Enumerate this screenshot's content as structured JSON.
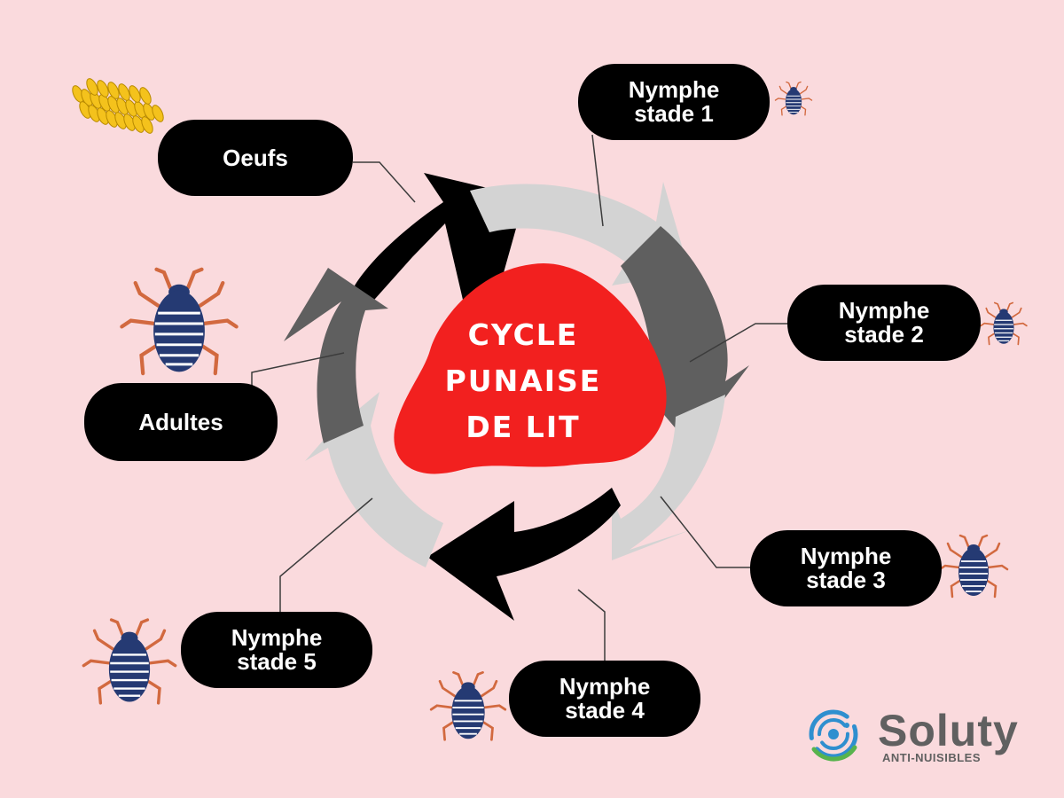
{
  "center": {
    "line1": "CYCLE",
    "line2": "PUNAISE",
    "line3": "DE LIT"
  },
  "stages": {
    "oeufs": {
      "line1": "Oeufs"
    },
    "nymphe1": {
      "line1": "Nymphe",
      "line2": "stade 1"
    },
    "nymphe2": {
      "line1": "Nymphe",
      "line2": "stade 2"
    },
    "nymphe3": {
      "line1": "Nymphe",
      "line2": "stade 3"
    },
    "nymphe4": {
      "line1": "Nymphe",
      "line2": "stade 4"
    },
    "nymphe5": {
      "line1": "Nymphe",
      "line2": "stade 5"
    },
    "adultes": {
      "line1": "Adultes"
    }
  },
  "brand": {
    "name": "Soluty",
    "tagline": "ANTI-NUISIBLES"
  },
  "colors": {
    "background": "#fadadd",
    "center_blob": "#f2201f",
    "arrow_black": "#000000",
    "arrow_dark_gray": "#5f5f5f",
    "arrow_light_gray": "#d3d3d3",
    "bug_body": "#253a73",
    "bug_legs": "#d2693f",
    "egg": "#f4c21c"
  }
}
